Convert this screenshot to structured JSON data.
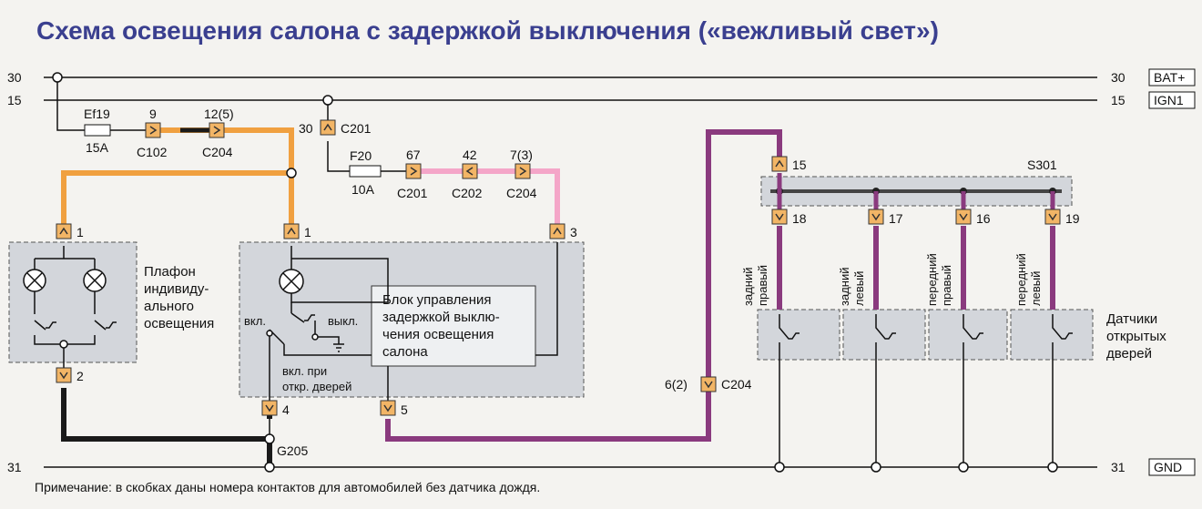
{
  "title": "Схема освещения салона с задержкой выключения («вежливый свет»)",
  "note": "Примечание: в скобках даны номера контактов для автомобилей без датчика дождя.",
  "colors": {
    "orange": "#f0a040",
    "pink": "#f4a6c8",
    "purple": "#8a3a7e",
    "black": "#1a1a1a",
    "connector": "#f2b566",
    "block": "#d3d6db",
    "title": "#3a3f8f"
  },
  "rails": {
    "r30": {
      "left": "30",
      "right": "30",
      "box": "BAT+"
    },
    "r15": {
      "left": "15",
      "right": "15",
      "box": "IGN1"
    },
    "r31": {
      "left": "31",
      "right": "31",
      "box": "GND"
    }
  },
  "fuses": {
    "ef19": {
      "name": "Ef19",
      "rating": "15A"
    },
    "f20": {
      "name": "F20",
      "rating": "10A"
    }
  },
  "connectors": {
    "c102_pin": "9",
    "c102": "C102",
    "c204a_pin": "12(5)",
    "c204a": "C204",
    "c201a_pin": "30",
    "c201a": "C201",
    "c201b_pin": "67",
    "c201b": "C201",
    "c202_pin": "42",
    "c202": "C202",
    "c204b_pin": "7(3)",
    "c204b": "C204",
    "c204c_pin": "6(2)",
    "c204c": "C204",
    "lamp_pin1": "1",
    "lamp_pin2": "2",
    "ctrl_pin1": "1",
    "ctrl_pin3": "3",
    "ctrl_pin4": "4",
    "ctrl_pin5": "5",
    "s301_in": "15",
    "s301": "S301",
    "s301_out": [
      "18",
      "17",
      "16",
      "19"
    ]
  },
  "ground": "G205",
  "lamp_block": {
    "label": [
      "Плафон",
      "индивиду-",
      "ального",
      "освещения"
    ]
  },
  "control_block": {
    "label": [
      "Блок управления",
      "задержкой выклю-",
      "чения освещения",
      "салона"
    ],
    "on": "вкл.",
    "off": "выкл.",
    "door_on": [
      "вкл. при",
      "откр. дверей"
    ]
  },
  "doors": {
    "labels": [
      [
        "задний",
        "правый"
      ],
      [
        "задний",
        "левый"
      ],
      [
        "передний",
        "правый"
      ],
      [
        "передний",
        "левый"
      ]
    ],
    "title": [
      "Датчики",
      "открытых",
      "дверей"
    ]
  }
}
